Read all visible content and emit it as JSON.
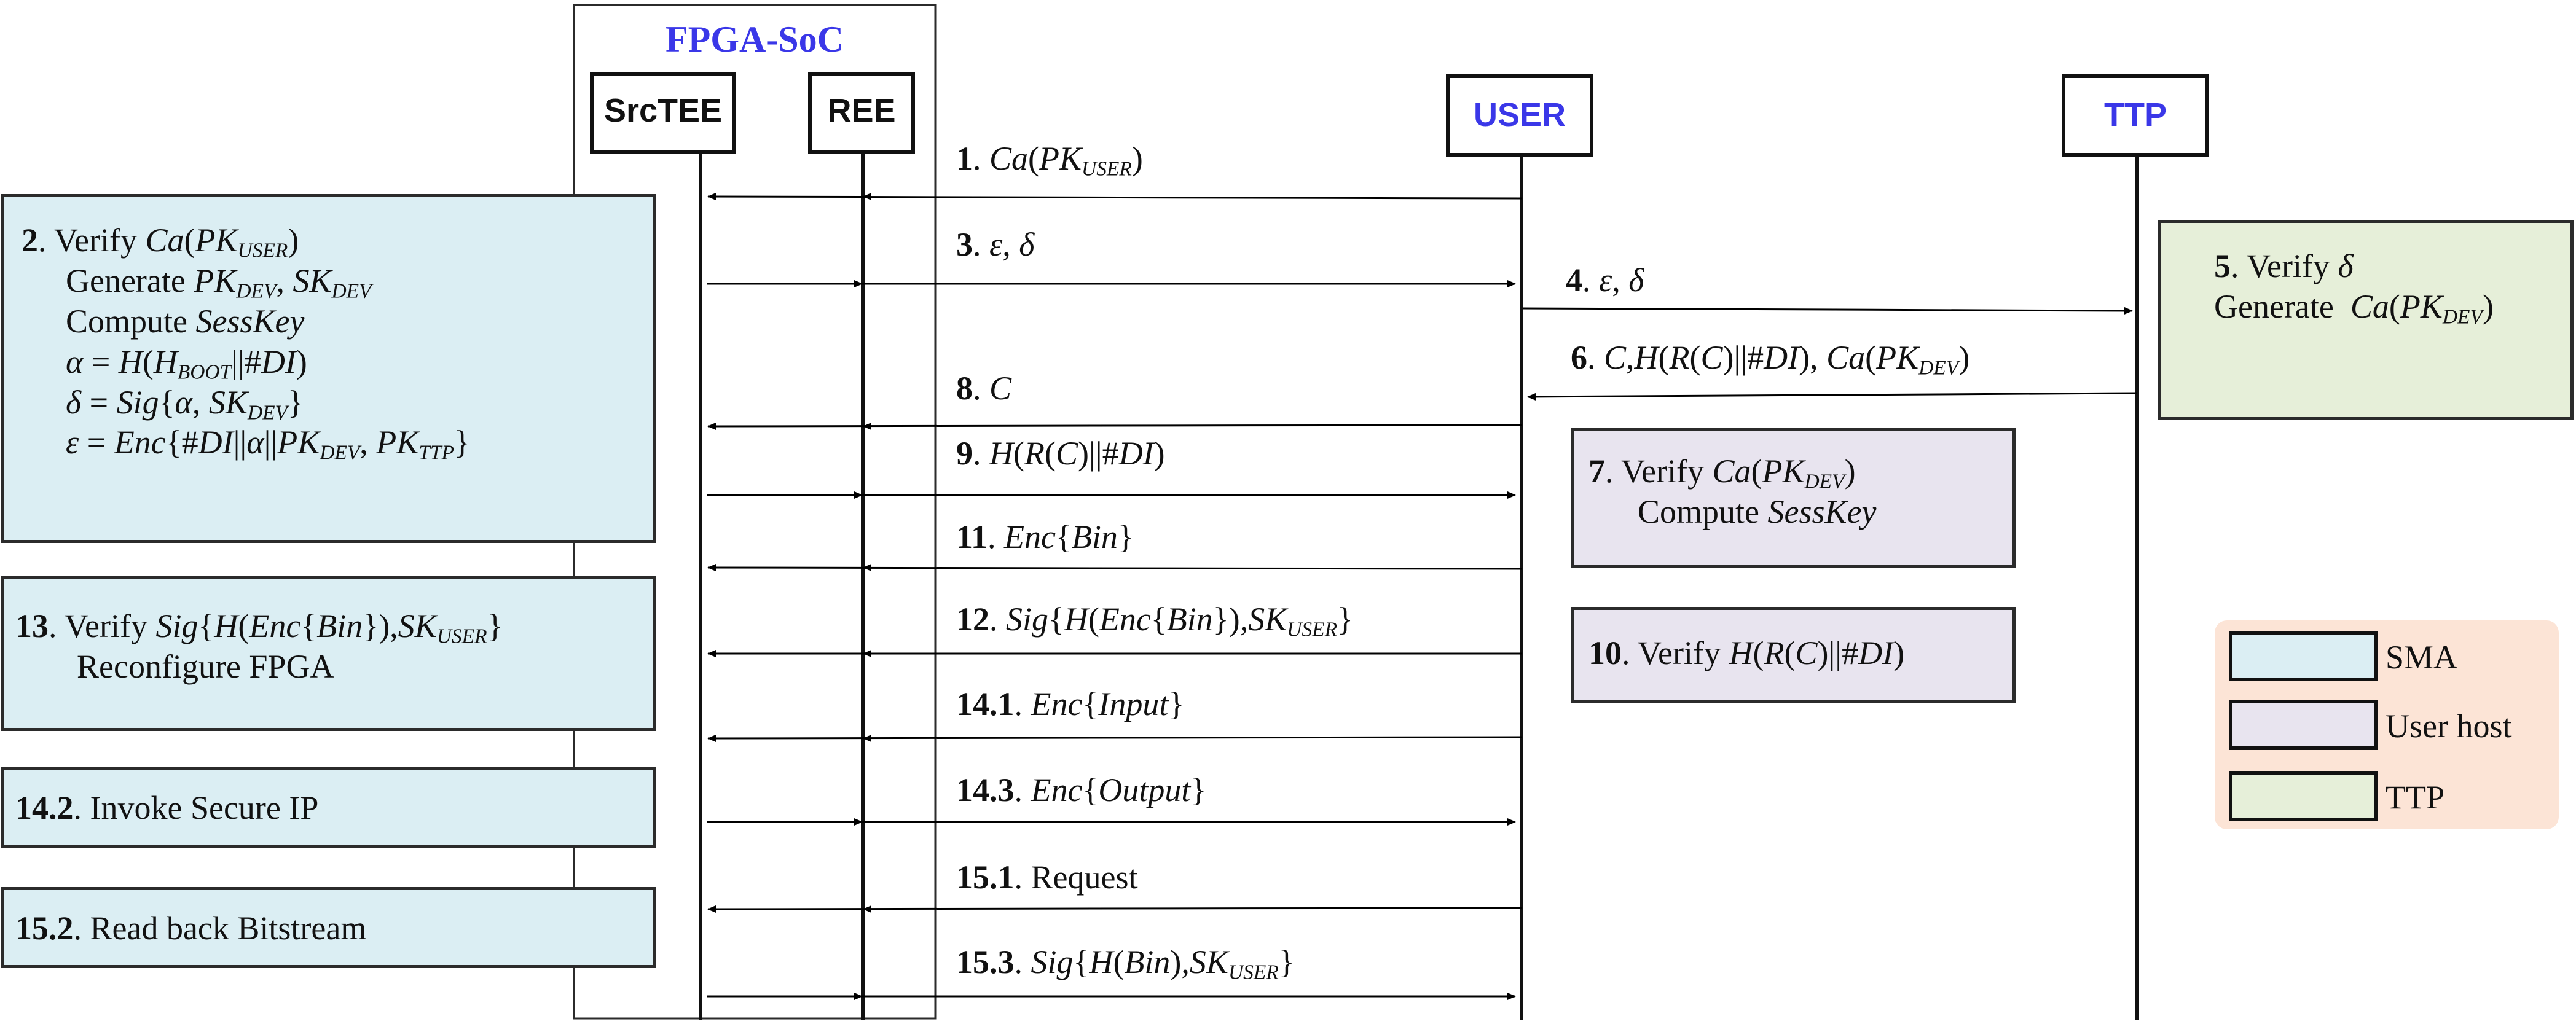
{
  "colors": {
    "sma": "#dbeef3",
    "user_host": "#e8e4ef",
    "ttp": "#e6efd9",
    "legend_bg": "#fce4d6",
    "entity_title": "#3a37e8",
    "stroke": "#2b2b2b"
  },
  "soc": {
    "title": "FPGA-SoC"
  },
  "lifelines": {
    "srctee": "SrcTEE",
    "ree": "REE",
    "user": "USER",
    "ttp": "TTP"
  },
  "messages": [
    {
      "id": "m1",
      "num": "1",
      "text": "Ca(PKUSER)",
      "from": "user",
      "to": "srctee"
    },
    {
      "id": "m3",
      "num": "3",
      "text": "ε, δ",
      "from": "srctee",
      "to": "user"
    },
    {
      "id": "m4",
      "num": "4",
      "text": "ε, δ",
      "from": "user",
      "to": "ttp"
    },
    {
      "id": "m6",
      "num": "6",
      "text": "C,H(R(C)||#DI), Ca(PKDEV)",
      "from": "ttp",
      "to": "user"
    },
    {
      "id": "m8",
      "num": "8",
      "text": "C",
      "from": "user",
      "to": "srctee"
    },
    {
      "id": "m9",
      "num": "9",
      "text": "H(R(C)||#DI)",
      "from": "srctee",
      "to": "user"
    },
    {
      "id": "m11",
      "num": "11",
      "text": "Enc{Bin}",
      "from": "user",
      "to": "srctee"
    },
    {
      "id": "m12",
      "num": "12",
      "text": "Sig{H(Enc{Bin}),SKUSER}",
      "from": "user",
      "to": "srctee"
    },
    {
      "id": "m14_1",
      "num": "14.1",
      "text": "Enc{Input}",
      "from": "user",
      "to": "srctee"
    },
    {
      "id": "m14_3",
      "num": "14.3",
      "text": "Enc{Output}",
      "from": "srctee",
      "to": "user"
    },
    {
      "id": "m15_1",
      "num": "15.1",
      "text": "Request",
      "from": "user",
      "to": "srctee"
    },
    {
      "id": "m15_3",
      "num": "15.3",
      "text": "Sig{H(Bin),SKUSER}",
      "from": "srctee",
      "to": "user"
    }
  ],
  "boxes": {
    "b2": {
      "num": "2",
      "lines": [
        "Verify Ca(PKUSER)",
        "Generate PKDEV, SKDEV",
        "Compute SessKey",
        "α = H(HBOOT||#DI)",
        "δ = Sig{α, SKDEV}",
        "ε = Enc{#DI||α||PKDEV, PKTTP}"
      ]
    },
    "b13": {
      "num": "13",
      "lines": [
        "Verify Sig{H(Enc{Bin}),SKUSER}",
        "Reconfigure FPGA"
      ]
    },
    "b14_2": {
      "num": "14.2",
      "lines": [
        "Invoke Secure IP"
      ]
    },
    "b15_2": {
      "num": "15.2",
      "lines": [
        "Read back Bitstream"
      ]
    },
    "b5": {
      "num": "5",
      "lines": [
        "Verify δ",
        "Generate Ca(PKDEV)"
      ]
    },
    "b7": {
      "num": "7",
      "lines": [
        "Verify Ca(PKDEV)",
        "Compute SessKey"
      ]
    },
    "b10": {
      "num": "10",
      "lines": [
        "Verify H(R(C)||#DI)"
      ]
    }
  },
  "legend": [
    {
      "label": "SMA",
      "color": "#dbeef3"
    },
    {
      "label": "User host",
      "color": "#e8e4ef"
    },
    {
      "label": "TTP",
      "color": "#e6efd9"
    }
  ]
}
